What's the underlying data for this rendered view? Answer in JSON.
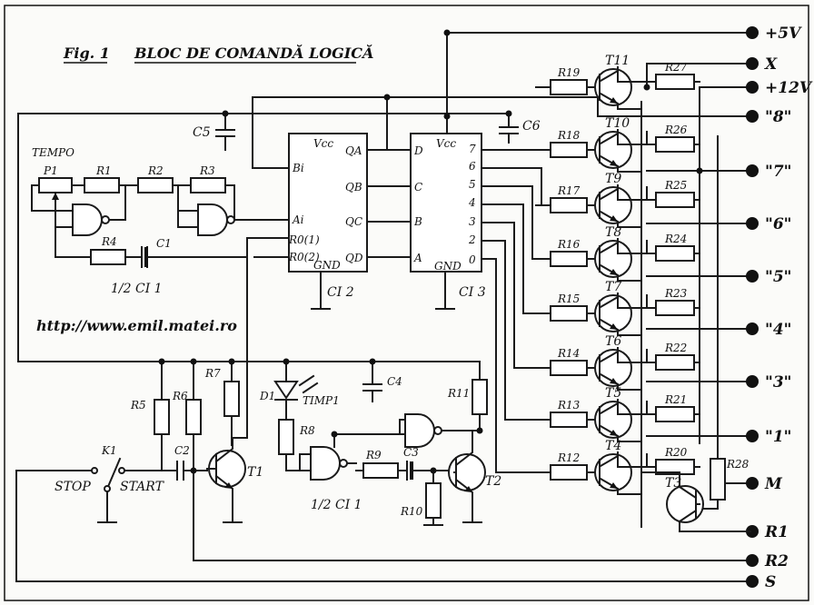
{
  "figure": {
    "label": "Fig. 1",
    "title": "BLOC DE COMANDĂ LOGICĂ",
    "website": "http://www.emil.matei.ro"
  },
  "terminals": [
    "+5V",
    "X",
    "+12V",
    "\"8\"",
    "\"7\"",
    "\"6\"",
    "\"5\"",
    "\"4\"",
    "\"3\"",
    "\"1\"",
    "M",
    "R1",
    "R2",
    "S"
  ],
  "transistors": [
    "T11",
    "T10",
    "T9",
    "T8",
    "T7",
    "T6",
    "T5",
    "T4",
    "T3",
    "T2",
    "T1"
  ],
  "base_resistors": [
    "R19",
    "R18",
    "R17",
    "R16",
    "R15",
    "R14",
    "R13",
    "R12"
  ],
  "collector_resistors": [
    "R27",
    "R26",
    "R25",
    "R24",
    "R23",
    "R22",
    "R21",
    "R20"
  ],
  "other_labels": {
    "r28": "R28",
    "tempo": "TEMPO",
    "p1": "P1",
    "r1": "R1",
    "r2": "R2",
    "r3": "R3",
    "r4": "R4",
    "c1": "C1",
    "half_ci1_top": "1/2 CI 1",
    "half_ci1_bottom": "1/2 CI 1",
    "c5": "C5",
    "c6": "C6",
    "c4": "C4",
    "c2": "C2",
    "c3": "C3",
    "r5": "R5",
    "r6": "R6",
    "r7": "R7",
    "r8": "R8",
    "r9": "R9",
    "r10": "R10",
    "r11": "R11",
    "d1": "D1",
    "timp": "TIMP1",
    "k1": "K1",
    "stop": "STOP",
    "start": "START"
  },
  "ci2": {
    "name": "CI 2",
    "vcc": "Vcc",
    "gnd": "GND",
    "left_pins": [
      "Bi",
      "Ai",
      "R0(1)",
      "R0(2)"
    ],
    "right_pins": [
      "QA",
      "QB",
      "QC",
      "QD"
    ]
  },
  "ci3": {
    "name": "CI 3",
    "vcc": "Vcc",
    "gnd": "GND",
    "left_pins": [
      "D",
      "C",
      "B",
      "A"
    ],
    "right_pins": [
      "7",
      "6",
      "5",
      "4",
      "3",
      "2",
      "0"
    ]
  }
}
